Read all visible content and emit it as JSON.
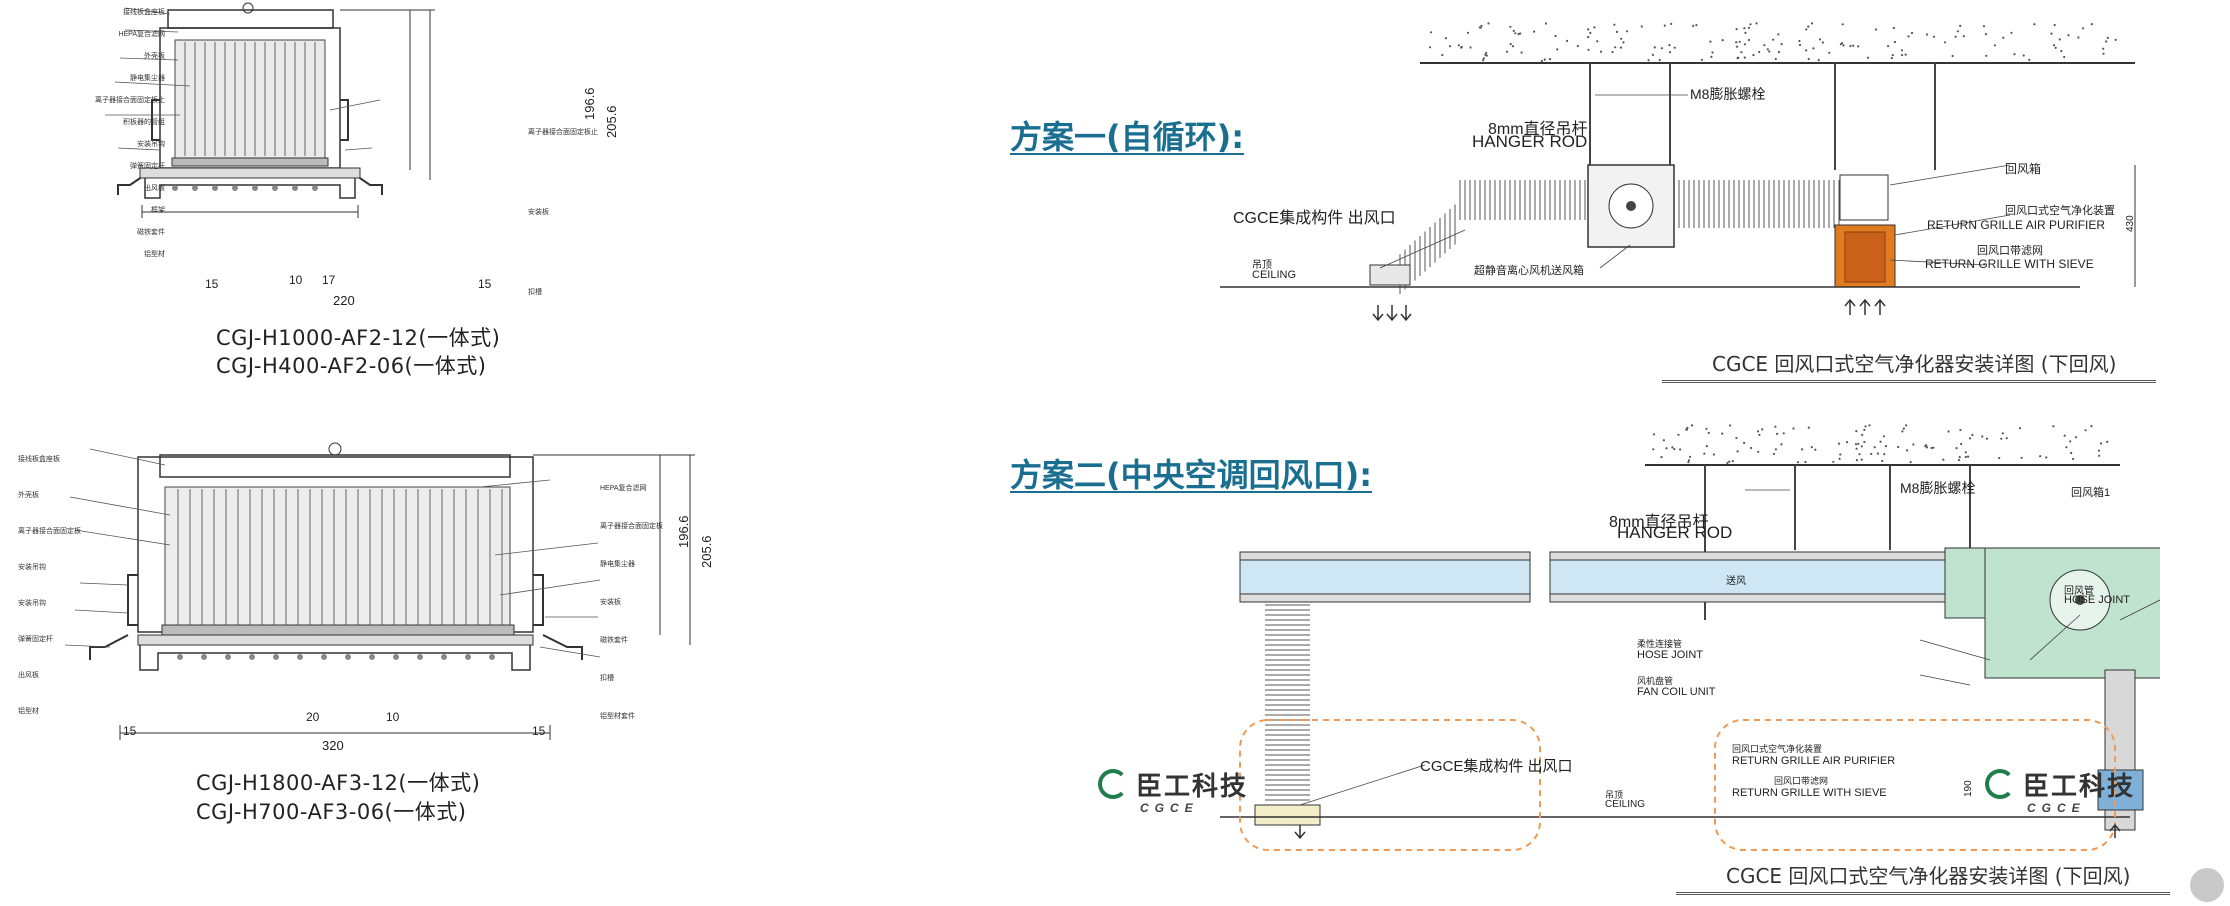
{
  "left": {
    "top_drawing": {
      "models": [
        "CGJ-H1000-AF2-12(一体式)",
        "CGJ-H400-AF2-06(一体式)"
      ],
      "dims": {
        "width": "220",
        "margin_left": "15",
        "margin_right": "15",
        "pitch_a": "10",
        "pitch_b": "17",
        "height_inner": "196.6",
        "height_outer": "205.6"
      },
      "callouts_left": [
        "接线板盒座板",
        "HEPA复合滤网",
        "外壳板",
        "静电集尘器",
        "离子器接合面固定板止",
        "积板器的管组",
        "安装吊钩",
        "弹簧固定杆",
        "出风板",
        "框架",
        "磁铁套件",
        "铝型材"
      ],
      "callouts_right": [
        "离子器接合面固定板止",
        "安装板",
        "扣槽"
      ]
    },
    "bottom_drawing": {
      "models": [
        "CGJ-H1800-AF3-12(一体式)",
        "CGJ-H700-AF3-06(一体式)"
      ],
      "dims": {
        "width": "320",
        "margin_left": "15",
        "margin_right": "15",
        "pitch_a": "20",
        "pitch_b": "10",
        "height_inner": "196.6",
        "height_outer": "205.6"
      },
      "callouts_left": [
        "接线板盒座板",
        "外壳板",
        "离子器接合面固定板",
        "安装吊钩",
        "安装吊钩",
        "弹簧固定杆",
        "出风板",
        "铝型材"
      ],
      "callouts_right": [
        "HEPA复合滤网",
        "离子器接合面固定板",
        "静电集尘器",
        "安装板",
        "磁铁套件",
        "扣槽",
        "铝型材套件"
      ]
    }
  },
  "scheme1": {
    "title": "方案一(自循环):",
    "labels": {
      "anchor": "M8膨胀螺栓",
      "rod_size": "8mm直径吊杆",
      "rod": "HANGER ROD",
      "outlet": "CGCE集成构件 出风口",
      "ceiling_cn": "吊顶",
      "ceiling": "CEILING",
      "fan": "超静音离心风机送风箱",
      "return_box": "回风箱",
      "purifier_cn": "回风口式空气净化装置",
      "purifier": "RETURN GRILLE AIR PURIFIER",
      "sieve_cn": "回风口带滤网",
      "sieve": "RETURN GRILLE WITH SIEVE",
      "height": "430"
    },
    "caption": "CGCE 回风口式空气净化器安装详图 (下回风)"
  },
  "scheme2": {
    "title": "方案二(中央空调回风口):",
    "labels": {
      "anchor": "M8膨胀螺栓",
      "rod_size": "8mm直径吊杆",
      "rod": "HANGER ROD",
      "return_box": "回风箱1",
      "supply": "送风",
      "hose_cn": "回风管",
      "hose": "HOSE JOINT",
      "hose2_cn": "柔性连接管",
      "hose2": "HOSE JOINT",
      "fcu_cn": "风机盘管",
      "fcu": "FAN COIL UNIT",
      "outlet": "CGCE集成构件 出风口",
      "purifier_cn": "回风口式空气净化装置",
      "purifier": "RETURN GRILLE AIR PURIFIER",
      "sieve_cn": "回风口带滤网",
      "sieve": "RETURN GRILLE WITH SIEVE",
      "ceiling_cn": "吊顶",
      "ceiling": "CEILING",
      "height": "190"
    },
    "caption": "CGCE 回风口式空气净化器安装详图 (下回风)"
  },
  "brand": {
    "name_cn": "臣工科技",
    "name_en": "CGCE"
  },
  "colors": {
    "accent": "#1a6f91",
    "purifier_orange": "#e07b20",
    "unit_green": "#bfe3cf",
    "duct_blue": "#cfe7f5",
    "dash_orange": "#ef9b55"
  }
}
